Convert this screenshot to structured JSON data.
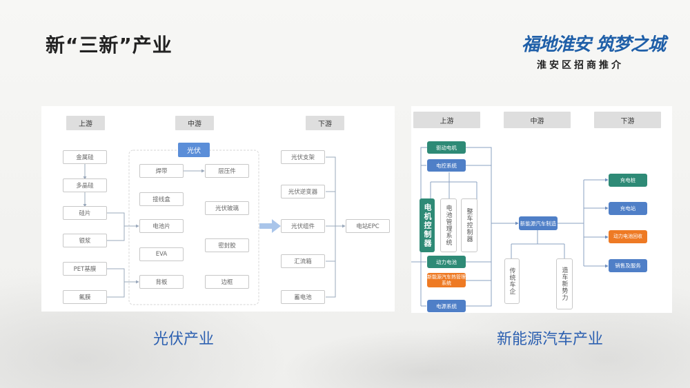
{
  "slide": {
    "title": "新“三新”产业",
    "logo_script": "福地淮安 筑梦之城",
    "logo_sub": "淮安区招商推介"
  },
  "pv": {
    "caption": "光伏产业",
    "headers": {
      "up": "上游",
      "mid": "中游",
      "down": "下游"
    },
    "mid_title": "光伏",
    "upstream": [
      "金属硅",
      "多晶硅",
      "硅片",
      "银浆",
      "PET基膜",
      "氟膜"
    ],
    "mid_left": [
      "焊带",
      "接线盒",
      "电池片",
      "EVA",
      "背板"
    ],
    "mid_right": [
      "层压件",
      "光伏玻璃",
      "密封胶",
      "边框"
    ],
    "downstream": [
      "光伏支架",
      "光伏逆变器",
      "光伏组件",
      "汇流箱",
      "蓄电池"
    ],
    "final": "电站EPC"
  },
  "ev": {
    "caption": "新能源汽车产业",
    "headers": {
      "up": "上游",
      "mid": "中游",
      "down": "下游"
    },
    "upstream": {
      "drive_motor": "驱动电机",
      "electric_control": "电控系统",
      "motor_controller": "电机控制器",
      "bms": "电池管理系统",
      "vehicle_controller": "整车控制器",
      "power_battery": "动力电池",
      "thermal": "新能源汽车热管理系统",
      "power_system": "电源系统"
    },
    "midstream": {
      "manufacturing": "新能源汽车制造",
      "traditional": "传统车企",
      "new_forces": "造车新势力"
    },
    "downstream": {
      "charging_pile": "充电桩",
      "charging_station": "充电站",
      "recycling": "动力电池回收",
      "sales": "销售及服务"
    }
  }
}
